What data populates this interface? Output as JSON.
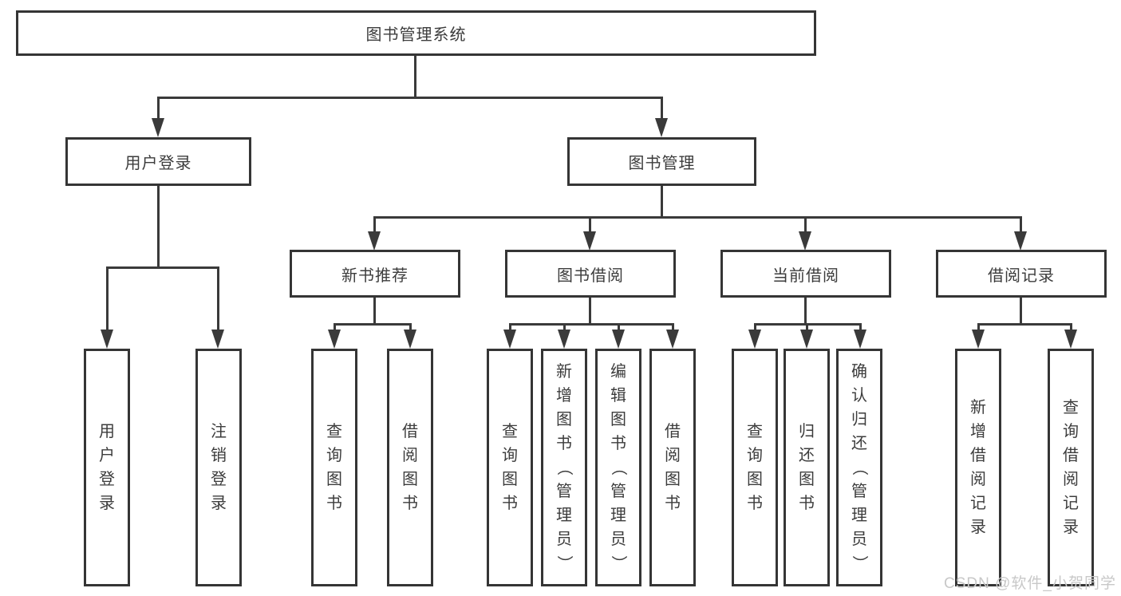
{
  "tree": {
    "root": "图书管理系统",
    "branches": [
      {
        "label": "用户登录",
        "leaves": [
          "用户登录",
          "注销登录"
        ]
      },
      {
        "label": "图书管理",
        "groups": [
          {
            "label": "新书推荐",
            "leaves": [
              "查询图书",
              "借阅图书"
            ]
          },
          {
            "label": "图书借阅",
            "leaves": [
              "查询图书",
              "新增图书（管理员）",
              "编辑图书（管理员）",
              "借阅图书"
            ]
          },
          {
            "label": "当前借阅",
            "leaves": [
              "查询图书",
              "归还图书",
              "确认归还（管理员）"
            ]
          },
          {
            "label": "借阅记录",
            "leaves": [
              "新增借阅记录",
              "查询借阅记录"
            ]
          }
        ]
      }
    ]
  },
  "watermark": "CSDN @软件_小贺同学",
  "colors": {
    "line": "#3a3a3a",
    "border": "#353535",
    "text": "#3c3c3c",
    "watermark": "#c8c8c8",
    "background": "#ffffff"
  }
}
